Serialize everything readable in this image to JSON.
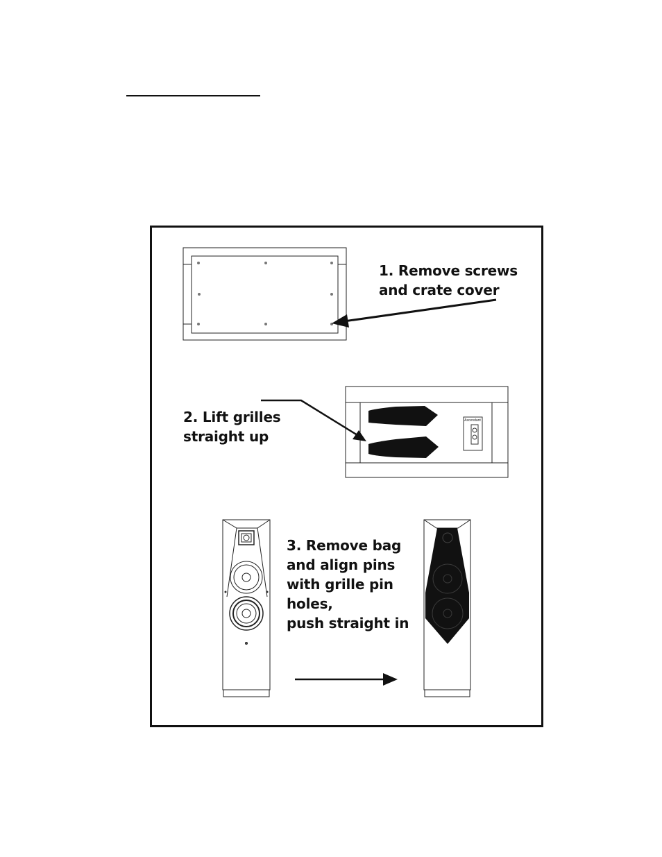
{
  "steps": [
    {
      "text": "1. Remove screws\nand crate cover"
    },
    {
      "text": "2. Lift  grilles\nstraight up"
    },
    {
      "text": "3. Remove bag\nand align pins\nwith grille pin\nholes,\npush straight in"
    }
  ],
  "crate_badge": {
    "brand": "Ascendant"
  }
}
